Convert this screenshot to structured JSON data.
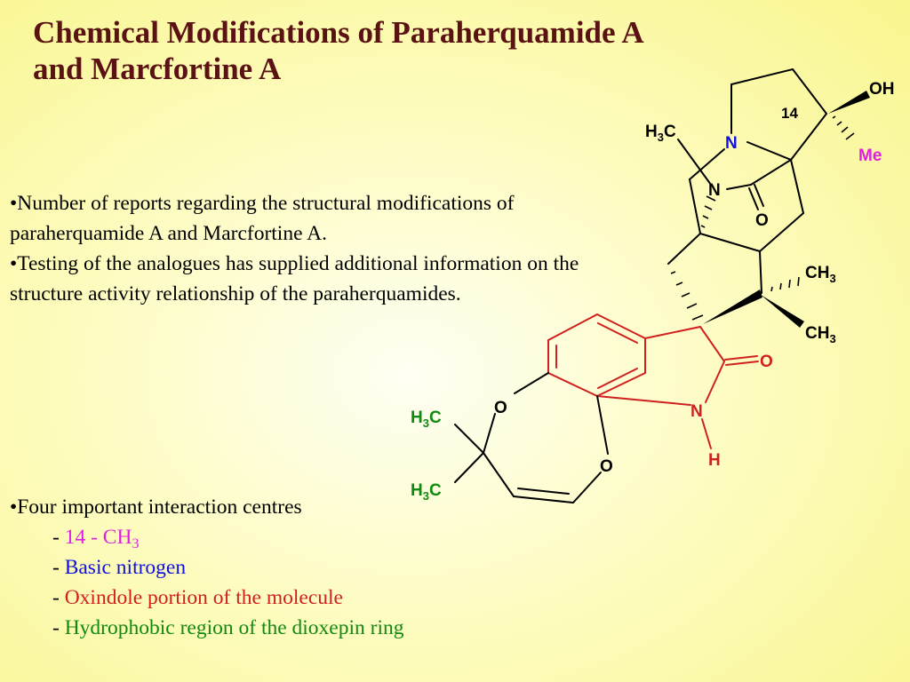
{
  "title": {
    "line1": "Chemical Modifications of Paraherquamide A",
    "line2": "and Marcfortine A"
  },
  "bullets": [
    "•Number of reports regarding the structural modifications of paraherquamide A and Marcfortine A.",
    "•Testing of the analogues has supplied additional information on the structure activity relationship of the paraherquamides."
  ],
  "centres": {
    "heading": "•Four important interaction centres",
    "dash": "-",
    "item1": "14 - CH",
    "item1_sub": "3",
    "item2": "Basic nitrogen",
    "item3": "Oxindole portion of the molecule",
    "item4": "Hydrophobic region of the dioxepin ring"
  },
  "molecule": {
    "oh": "OH",
    "n14": "14",
    "me": "Me",
    "h3c_top": "H",
    "sub3": "3",
    "c": "C",
    "n_basic": "N",
    "n_amide": "N",
    "o_amide": "O",
    "ch3_a": "CH",
    "ch3_b": "CH",
    "o_oxindole": "O",
    "n_oxindole": "N",
    "h_oxindole": "H",
    "o_ring1": "O",
    "o_ring2": "O",
    "h3c_g1": "H",
    "h3c_g2": "H"
  },
  "colors": {
    "title": "#5a1212",
    "magenta": "#e020e0",
    "blue": "#1010e0",
    "red": "#d02020",
    "green": "#108a10"
  }
}
